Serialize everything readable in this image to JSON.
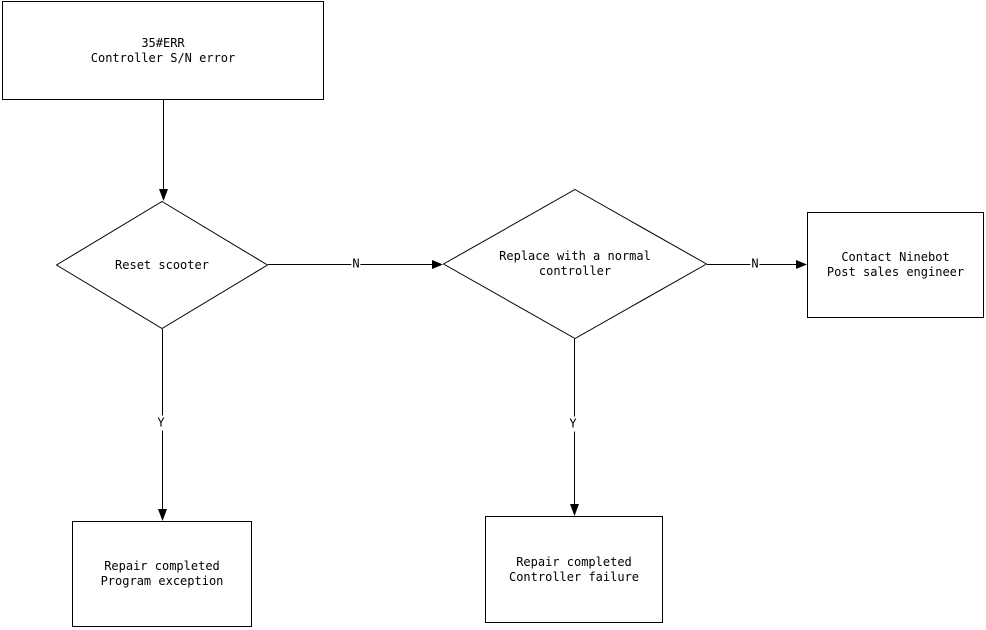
{
  "canvas": {
    "background": "#ffffff",
    "line_color": "#000000",
    "text_color": "#000000"
  },
  "nodes": {
    "error": {
      "shape": "rectangle",
      "lines": [
        "35#ERR",
        "Controller S/N error"
      ]
    },
    "reset": {
      "shape": "diamond",
      "lines": [
        "Reset scooter"
      ]
    },
    "replace": {
      "shape": "diamond",
      "lines": [
        "Replace with a normal",
        "controller"
      ]
    },
    "contact": {
      "shape": "rectangle",
      "lines": [
        "Contact Ninebot",
        "Post sales engineer"
      ]
    },
    "repair_program": {
      "shape": "rectangle",
      "lines": [
        "Repair completed",
        "Program exception"
      ]
    },
    "repair_controller": {
      "shape": "rectangle",
      "lines": [
        "Repair completed",
        "Controller failure"
      ]
    }
  },
  "edges": {
    "reset_no_label": "N",
    "replace_no_label": "N",
    "reset_yes_label": "Y",
    "replace_yes_label": "Y"
  }
}
